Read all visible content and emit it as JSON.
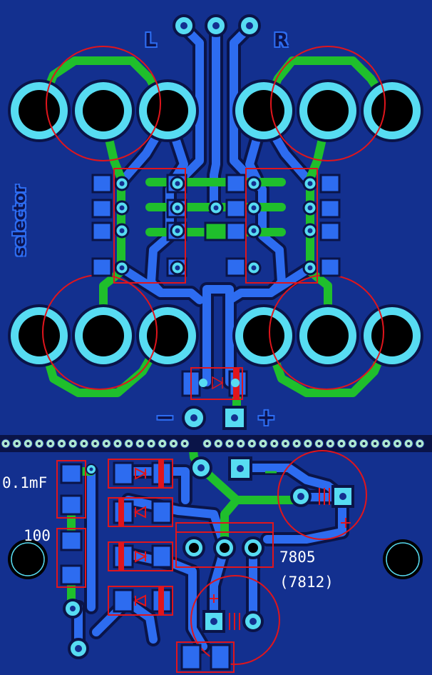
{
  "labels": {
    "left_channel": "L",
    "right_channel": "R",
    "selector": "selector",
    "minus": "−",
    "plus": "+",
    "capacitor_value": "0.1mF",
    "resistor_value": "100",
    "regulator_part": "7805",
    "regulator_alt": "(7812)"
  },
  "colors": {
    "board": "#13308f",
    "copper_bottom": "#2d6cf0",
    "copper_top": "#1fbf2c",
    "pad": "#57dcf2",
    "drill": "#000000",
    "silkscreen": "#e0151c",
    "header_pad": "#aee7d0"
  }
}
